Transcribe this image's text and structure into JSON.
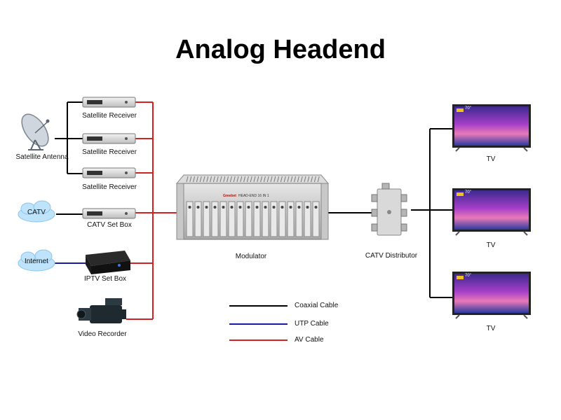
{
  "title": "Analog Headend",
  "sources": {
    "satellite_antenna": "Satellite Antenna",
    "satellite_receivers": [
      "Satellite Receiver",
      "Satellite Receiver",
      "Satellite Receiver"
    ],
    "catv_cloud": "CATV",
    "catv_set_box": "CATV Set Box",
    "internet_cloud": "Internet",
    "iptv_set_box": "IPTV Set Box",
    "video_recorder": "Video Recorder"
  },
  "modulator": {
    "label": "Modulator",
    "brand": "Greebet",
    "panel_text": "HEAD-END 16 IN 1"
  },
  "distributor": {
    "label": "CATV Distributor"
  },
  "tvs": [
    {
      "label": "TV",
      "screen_badge": "70\""
    },
    {
      "label": "TV",
      "screen_badge": "70\""
    },
    {
      "label": "TV",
      "screen_badge": "70\""
    }
  ],
  "legend": [
    {
      "label": "Coaxial Cable",
      "color": "#000000"
    },
    {
      "label": "UTP Cable",
      "color": "#1a1aa8"
    },
    {
      "label": "AV Cable",
      "color": "#d42020"
    }
  ],
  "colors": {
    "av": "#d42020",
    "coax": "#000000",
    "utp": "#1a1aa8"
  }
}
